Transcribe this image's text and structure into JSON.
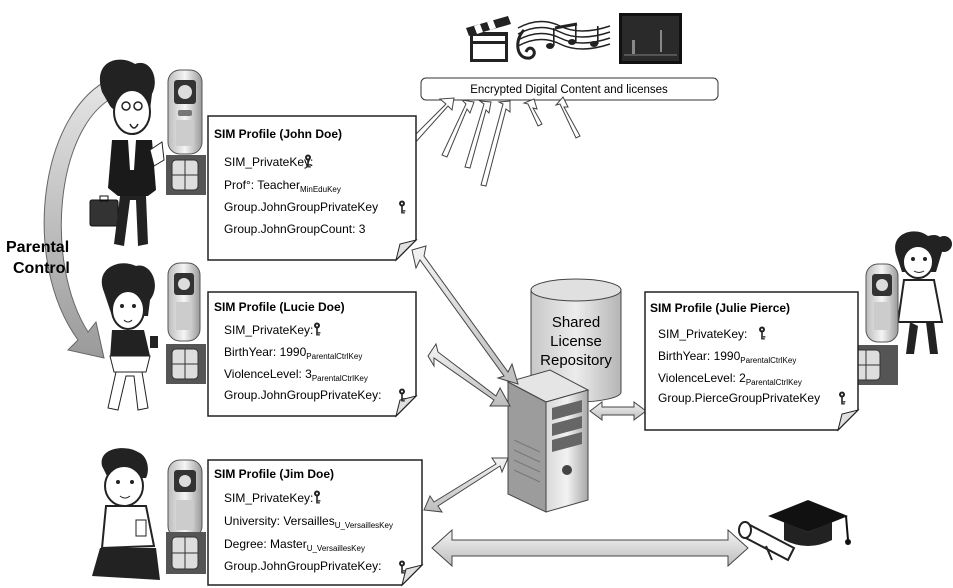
{
  "banner": {
    "label": "Encrypted Digital Content and licenses"
  },
  "repository": {
    "line1": "Shared",
    "line2": "License",
    "line3": "Repository"
  },
  "parental_control": {
    "line1": "Parental",
    "line2": "Control"
  },
  "profiles": {
    "john": {
      "title": "SIM Profile (John Doe)",
      "line1": "SIM_PrivateKey:",
      "line2_main": "Prof°: Teacher",
      "line2_sub": "MinEduKey",
      "line3": "Group.JohnGroupPrivateKey",
      "line4": "Group.JohnGroupCount: 3"
    },
    "lucie": {
      "title": "SIM Profile (Lucie Doe)",
      "line1": "SIM_PrivateKey:",
      "line2_main": "BirthYear: 1990",
      "line2_sub": "ParentalCtrlKey",
      "line3_main": "ViolenceLevel: 3",
      "line3_sub": "ParentalCtrlKey",
      "line4": "Group.JohnGroupPrivateKey:"
    },
    "julie": {
      "title": "SIM Profile (Julie Pierce)",
      "line1": "SIM_PrivateKey:",
      "line2_main": "BirthYear: 1990",
      "line2_sub": "ParentalCtrlKey",
      "line3_main": "ViolenceLevel: 2",
      "line3_sub": "ParentalCtrlKey",
      "line4": "Group.PierceGroupPrivateKey"
    },
    "jim": {
      "title": "SIM Profile (Jim Doe)",
      "line1": "SIM_PrivateKey:",
      "line2_main": "University: Versailles",
      "line2_sub": "U_VersaillesKey",
      "line3_main": "Degree: Master",
      "line3_sub": "U_VersaillesKey",
      "line4": "Group.JohnGroupPrivateKey:"
    }
  }
}
